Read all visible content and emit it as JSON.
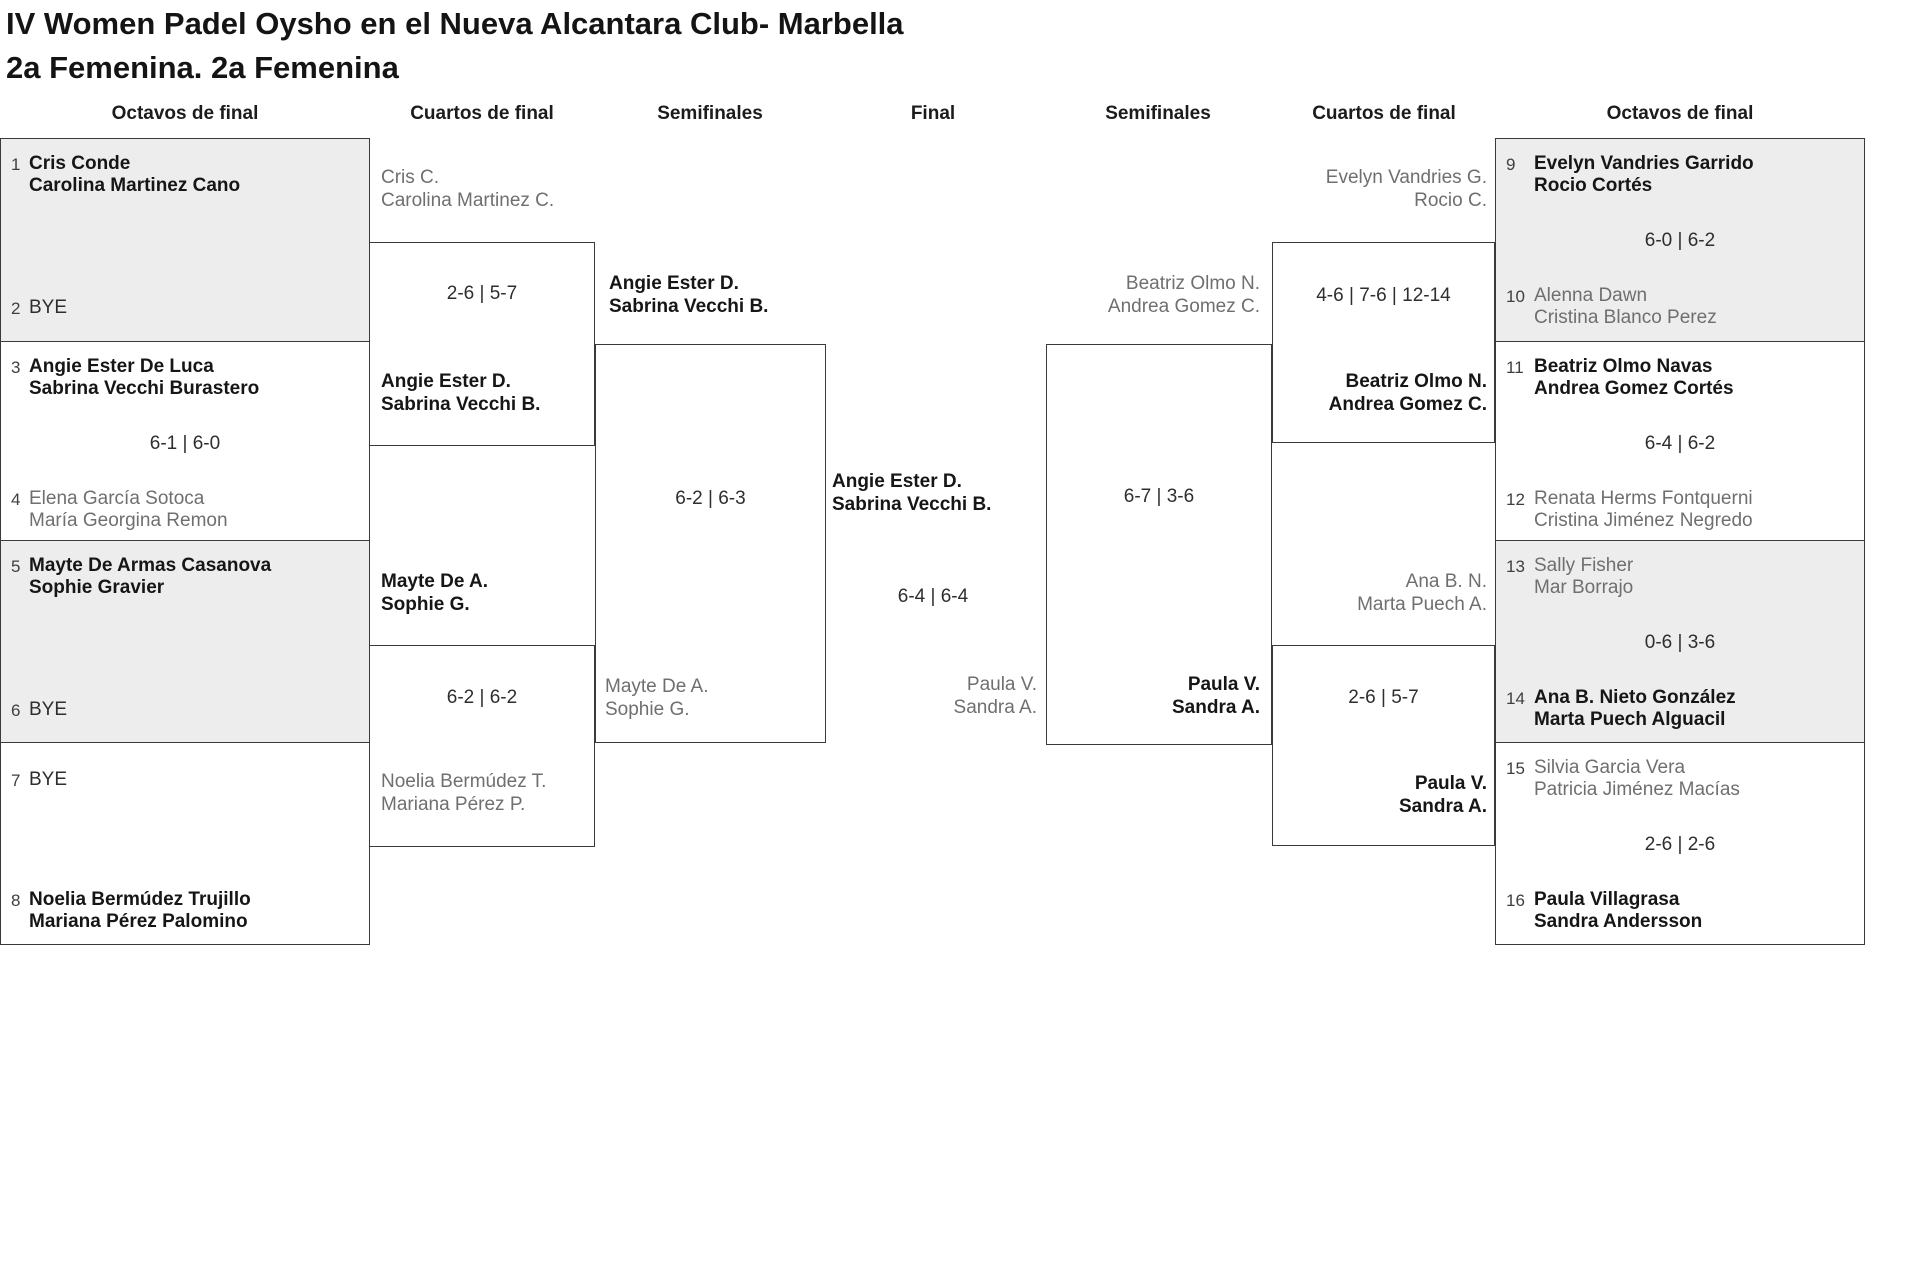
{
  "title": {
    "line1": "IV Women Padel Oysho en el Nueva Alcantara Club- Marbella",
    "line2": "2a Femenina. 2a Femenina"
  },
  "rounds": {
    "r1": "Octavos de final",
    "r2": "Cuartos de final",
    "r3": "Semifinales",
    "r4": "Final",
    "r5": "Semifinales",
    "r6": "Cuartos de final",
    "r7": "Octavos de final"
  },
  "m1": {
    "s1": "1",
    "a1": "Cris Conde",
    "a2": "Carolina Martinez Cano",
    "s2": "2",
    "b1": "BYE"
  },
  "m2": {
    "s1": "3",
    "a1": "Angie Ester De Luca",
    "a2": "Sabrina Vecchi Burastero",
    "score": "6-1 | 6-0",
    "s2": "4",
    "b1": "Elena García Sotoca",
    "b2": "María Georgina Remon"
  },
  "m3": {
    "s1": "5",
    "a1": "Mayte De Armas Casanova",
    "a2": "Sophie Gravier",
    "s2": "6",
    "b1": "BYE"
  },
  "m4": {
    "s1": "7",
    "a1": "BYE",
    "s2": "8",
    "b1": "Noelia Bermúdez Trujillo",
    "b2": "Mariana Pérez Palomino"
  },
  "m5": {
    "s1": "9",
    "a1": "Evelyn Vandries Garrido",
    "a2": "Rocio Cortés",
    "score": "6-0 | 6-2",
    "s2": "10",
    "b1": "Alenna Dawn",
    "b2": "Cristina Blanco Perez"
  },
  "m6": {
    "s1": "11",
    "a1": "Beatriz Olmo Navas",
    "a2": "Andrea Gomez Cortés",
    "score": "6-4 | 6-2",
    "s2": "12",
    "b1": "Renata Herms Fontquerni",
    "b2": "Cristina Jiménez Negredo"
  },
  "m7": {
    "s1": "13",
    "a1": "Sally Fisher",
    "a2": "Mar Borrajo",
    "score": "0-6 | 3-6",
    "s2": "14",
    "b1": "Ana B. Nieto González",
    "b2": "Marta Puech Alguacil"
  },
  "m8": {
    "s1": "15",
    "a1": "Silvia Garcia Vera",
    "a2": "Patricia Jiménez Macías",
    "score": "2-6 | 2-6",
    "s2": "16",
    "b1": "Paula Villagrasa",
    "b2": "Sandra Andersson"
  },
  "qf1": {
    "t1a": "Cris C.",
    "t1b": "Carolina Martinez C.",
    "score": "2-6 | 5-7",
    "t2a": "Angie Ester D.",
    "t2b": "Sabrina Vecchi B."
  },
  "qf2": {
    "t1a": "Mayte De A.",
    "t1b": "Sophie G.",
    "score": "6-2 | 6-2",
    "t2a": "Noelia Bermúdez T.",
    "t2b": "Mariana Pérez P."
  },
  "qf3": {
    "t1a": "Evelyn Vandries G.",
    "t1b": "Rocio C.",
    "score": "4-6 | 7-6 | 12-14",
    "t2a": "Beatriz Olmo N.",
    "t2b": "Andrea Gomez C."
  },
  "qf4": {
    "t1a": "Ana B. N.",
    "t1b": "Marta Puech A.",
    "score": "2-6 | 5-7",
    "t2a": "Paula V.",
    "t2b": "Sandra A."
  },
  "sf1": {
    "t1a": "Angie Ester D.",
    "t1b": "Sabrina Vecchi B.",
    "score": "6-2 | 6-3",
    "t2a": "Mayte De A.",
    "t2b": "Sophie G."
  },
  "sf2": {
    "t1a": "Beatriz Olmo N.",
    "t1b": "Andrea Gomez C.",
    "score": "6-7 | 3-6",
    "t2a": "Paula V.",
    "t2b": "Sandra A."
  },
  "final": {
    "t1a": "Angie Ester D.",
    "t1b": "Sabrina Vecchi B.",
    "score": "6-4 | 6-4",
    "t2a": "Paula V.",
    "t2b": "Sandra A."
  }
}
